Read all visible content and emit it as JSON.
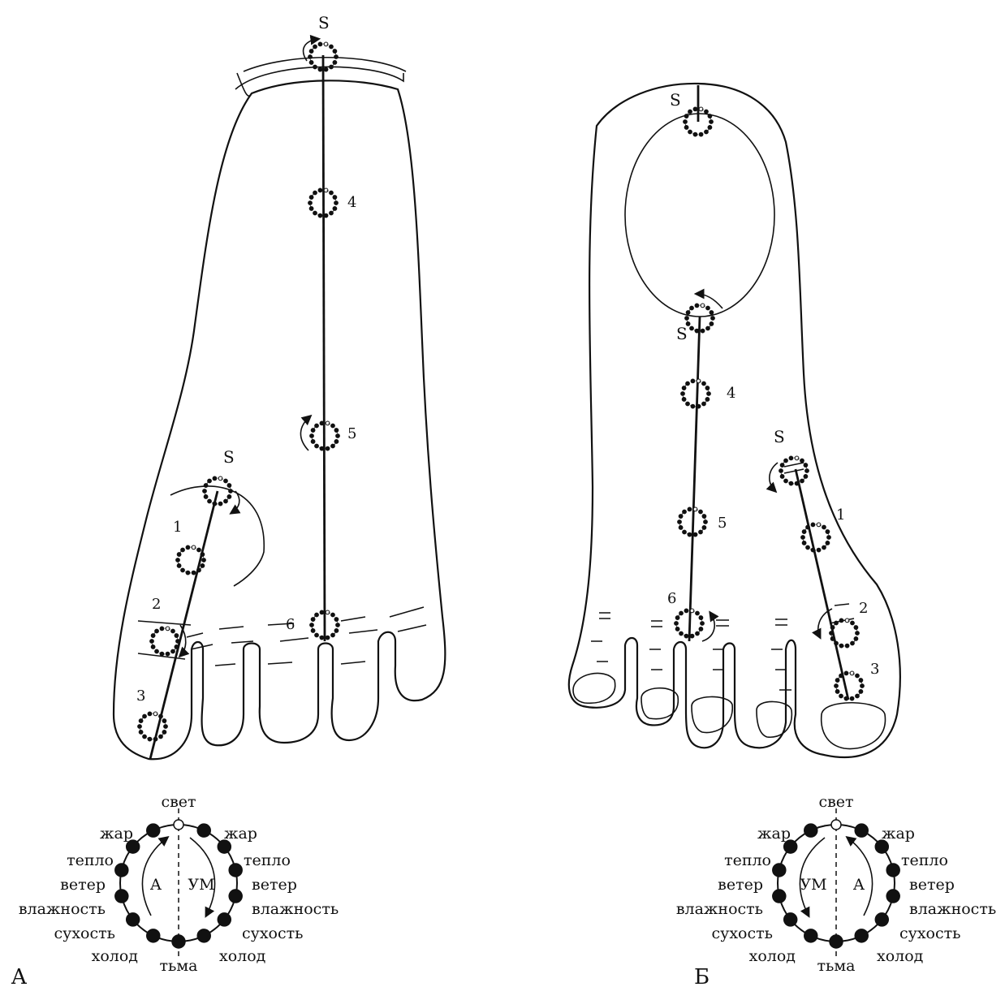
{
  "footA": {
    "panel_label": "A",
    "big_channel": {
      "top_label": "S",
      "point_labels": [
        "4",
        "5",
        "6"
      ]
    },
    "small_channel": {
      "top_label": "S",
      "point_labels": [
        "1",
        "2",
        "3"
      ]
    }
  },
  "footB": {
    "panel_label": "Б",
    "big_channel": {
      "top_label": "S",
      "ring_label": "S",
      "point_labels": [
        "4",
        "5",
        "6"
      ]
    },
    "small_channel": {
      "top_label": "S",
      "point_labels": [
        "1",
        "2",
        "3"
      ]
    }
  },
  "wheelA": {
    "top": "свет",
    "bottom": "тьма",
    "left": [
      "жар",
      "тепло",
      "ветер",
      "влажность",
      "сухость",
      "холод"
    ],
    "right": [
      "жар",
      "тепло",
      "ветер",
      "влажность",
      "сухость",
      "холод"
    ],
    "inner_left": "А",
    "inner_right": "УМ"
  },
  "wheelB": {
    "top": "свет",
    "bottom": "тьма",
    "left": [
      "жар",
      "тепло",
      "ветер",
      "влажность",
      "сухость",
      "холод"
    ],
    "right": [
      "жар",
      "тепло",
      "ветер",
      "влажность",
      "сухость",
      "холод"
    ],
    "inner_left": "УМ",
    "inner_right": "А"
  }
}
